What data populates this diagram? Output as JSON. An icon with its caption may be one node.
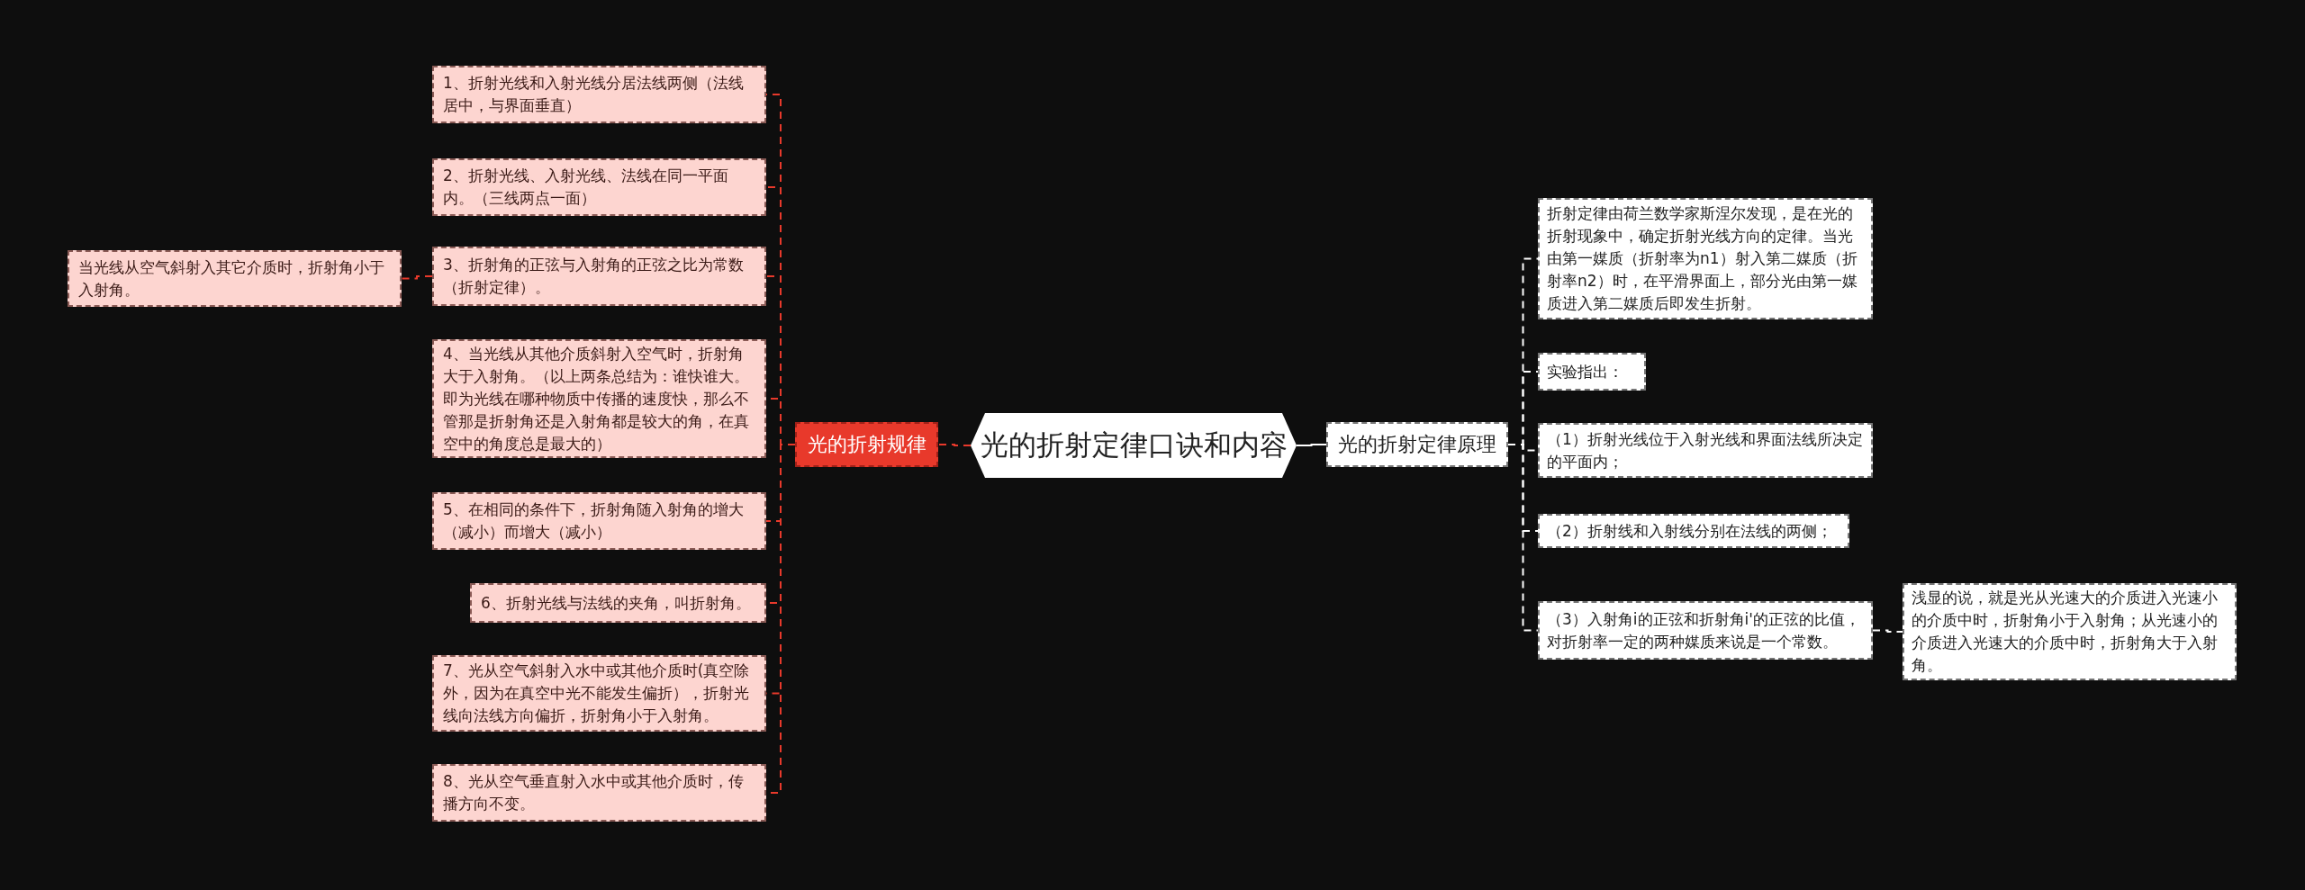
{
  "diagram": {
    "nodes": [
      {
        "text": [
          "光的折射定律口诀和内容"
        ]
      },
      {
        "text": [
          "光的折射规律"
        ]
      },
      {
        "text": [
          "1、折射光线和入射光线分居法线两侧（法线居中，与界面垂直）"
        ]
      },
      {
        "text": [
          "2、折射光线、入射光线、法线在同一平面内。（三线两点一面）"
        ]
      },
      {
        "text": [
          "3、折射角的正弦与入射角的正弦之比为常数（折射定律）。"
        ]
      },
      {
        "text": [
          "4、当光线从其他介质斜射入空气时，折射角大于入射角。（以上两条总结为：谁快谁大。即为光线在哪种物质中传播的速度快，那么不管那是折射角还是入射角都是较大的角，在真空中的角度总是最大的）"
        ]
      },
      {
        "text": [
          "5、在相同的条件下，折射角随入射角的增大（减小）而增大（减小）"
        ]
      },
      {
        "text": [
          "6、折射光线与法线的夹角，叫折射角。"
        ]
      },
      {
        "text": [
          "7、光从空气斜射入水中或其他介质时(真空除外，因为在真空中光不能发生偏折），折射光线向法线方向偏折，折射角小于入射角。"
        ]
      },
      {
        "text": [
          "8、光从空气垂直射入水中或其他介质时，传播方向不变。"
        ]
      },
      {
        "text": [
          "当光线从空气斜射入其它介质时，折射角小于入射角。"
        ]
      },
      {
        "text": [
          "光的折射定律原理"
        ]
      },
      {
        "text": [
          "折射定律由荷兰数学家斯涅尔发现，是在光的折射现象中，确定折射光线方向的定律。当光由第一媒质（折射率为n1）射入第二媒质（折射率n2）时，在平滑界面上，部分光由第一媒质进入第二媒质后即发生折射。"
        ]
      },
      {
        "text": [
          "实验指出："
        ]
      },
      {
        "text": [
          "（1）折射光线位于入射光线和界面法线所决定的平面内；"
        ]
      },
      {
        "text": [
          "（2）折射线和入射线分别在法线的两侧；"
        ]
      },
      {
        "text": [
          "（3）入射角i的正弦和折射角i'的正弦的比值，对折射率一定的两种媒质来说是一个常数。"
        ]
      },
      {
        "text": [
          "浅显的说，就是光从光速大的介质进入光速小的介质中时，折射角小于入射角；从光速小的介质进入光速大的介质中时，折射角大于入射角。"
        ]
      }
    ],
    "edges": [
      {
        "from": 0,
        "to": 1,
        "arrow": "none",
        "style": "dashed",
        "color": "#e8392b"
      },
      {
        "from": 1,
        "to": 2,
        "arrow": "none",
        "style": "dashed",
        "color": "#e8392b"
      },
      {
        "from": 1,
        "to": 3,
        "arrow": "none",
        "style": "dashed",
        "color": "#e8392b"
      },
      {
        "from": 1,
        "to": 4,
        "arrow": "none",
        "style": "dashed",
        "color": "#e8392b"
      },
      {
        "from": 1,
        "to": 5,
        "arrow": "none",
        "style": "dashed",
        "color": "#e8392b"
      },
      {
        "from": 1,
        "to": 6,
        "arrow": "none",
        "style": "dashed",
        "color": "#e8392b"
      },
      {
        "from": 1,
        "to": 7,
        "arrow": "none",
        "style": "dashed",
        "color": "#e8392b"
      },
      {
        "from": 1,
        "to": 8,
        "arrow": "none",
        "style": "dashed",
        "color": "#e8392b"
      },
      {
        "from": 1,
        "to": 9,
        "arrow": "none",
        "style": "dashed",
        "color": "#e8392b"
      },
      {
        "from": 4,
        "to": 10,
        "arrow": "none",
        "style": "dashed",
        "color": "#e8392b"
      },
      {
        "from": 0,
        "to": 11,
        "arrow": "none",
        "color": "#ffffff"
      },
      {
        "from": 11,
        "to": 12,
        "arrow": "none",
        "style": "dashed",
        "color": "#ffffff"
      },
      {
        "from": 11,
        "to": 13,
        "arrow": "none",
        "style": "dashed",
        "color": "#ffffff"
      },
      {
        "from": 11,
        "to": 14,
        "arrow": "none",
        "style": "dashed",
        "color": "#ffffff"
      },
      {
        "from": 11,
        "to": 15,
        "arrow": "none",
        "style": "dashed",
        "color": "#ffffff"
      },
      {
        "from": 11,
        "to": 16,
        "arrow": "none",
        "style": "dashed",
        "color": "#ffffff"
      },
      {
        "from": 16,
        "to": 17,
        "arrow": "none",
        "style": "dashed",
        "color": "#ffffff"
      }
    ]
  }
}
